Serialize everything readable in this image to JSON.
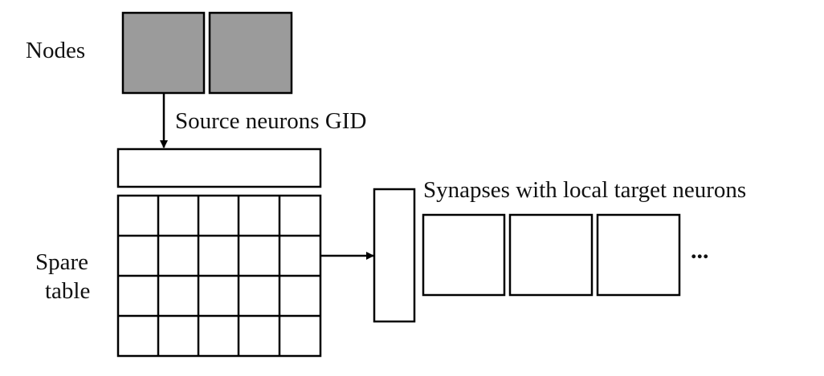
{
  "labels": {
    "nodes": "Nodes",
    "source_neurons": "Source neurons GID",
    "synapses": "Synapses with local target neurons",
    "spare_line1": "Spare",
    "spare_line2": "table",
    "ellipsis": "..."
  },
  "colors": {
    "node_fill": "#9b9b9b",
    "stroke": "#000000",
    "background": "#ffffff"
  }
}
